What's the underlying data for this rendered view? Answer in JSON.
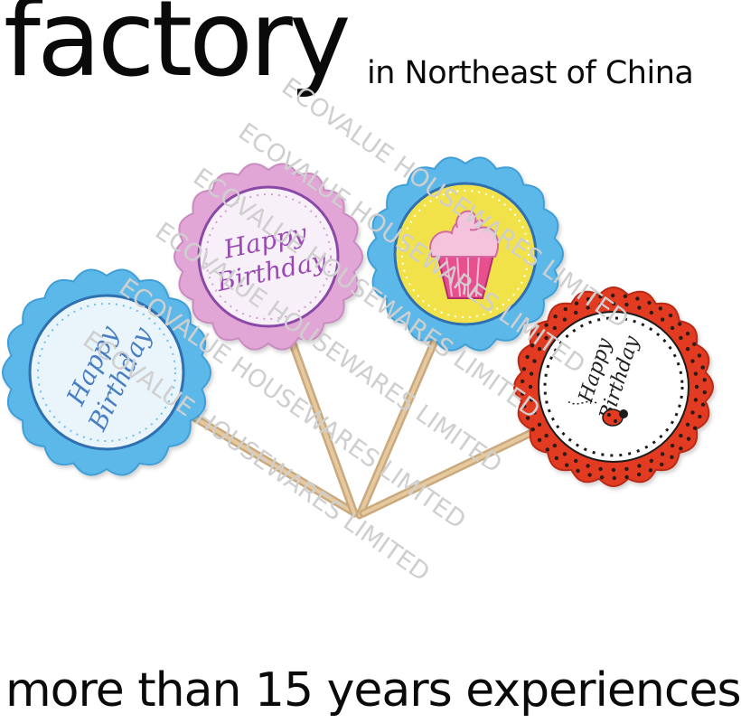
{
  "headline": "factory",
  "subheadline": "in Northeast of China",
  "footer": "more than 15 years experiences",
  "watermark": "ECOVALUE HOUSEWARES LIMITED",
  "toppers": [
    {
      "label_line1": "Happy",
      "label_line2": "Birthday",
      "color": "#5db8ea"
    },
    {
      "label_line1": "Happy",
      "label_line2": "Birthday",
      "color": "#e2a6d6"
    },
    {
      "illustration": "cupcake-icon",
      "color": "#5db8ea"
    },
    {
      "label_line1": "Happy",
      "label_line2": "Birthday",
      "illustration": "ladybug-icon",
      "color": "#e23b22"
    }
  ],
  "colors": {
    "text": "#0a0a0a",
    "watermark": "#cfcfcf",
    "stick": "#d2b48c",
    "blue_topper": "#5db8ea",
    "pink_topper": "#e2a6d6",
    "red_topper": "#e23b22",
    "cupcake_bg": "#f2e24a"
  }
}
